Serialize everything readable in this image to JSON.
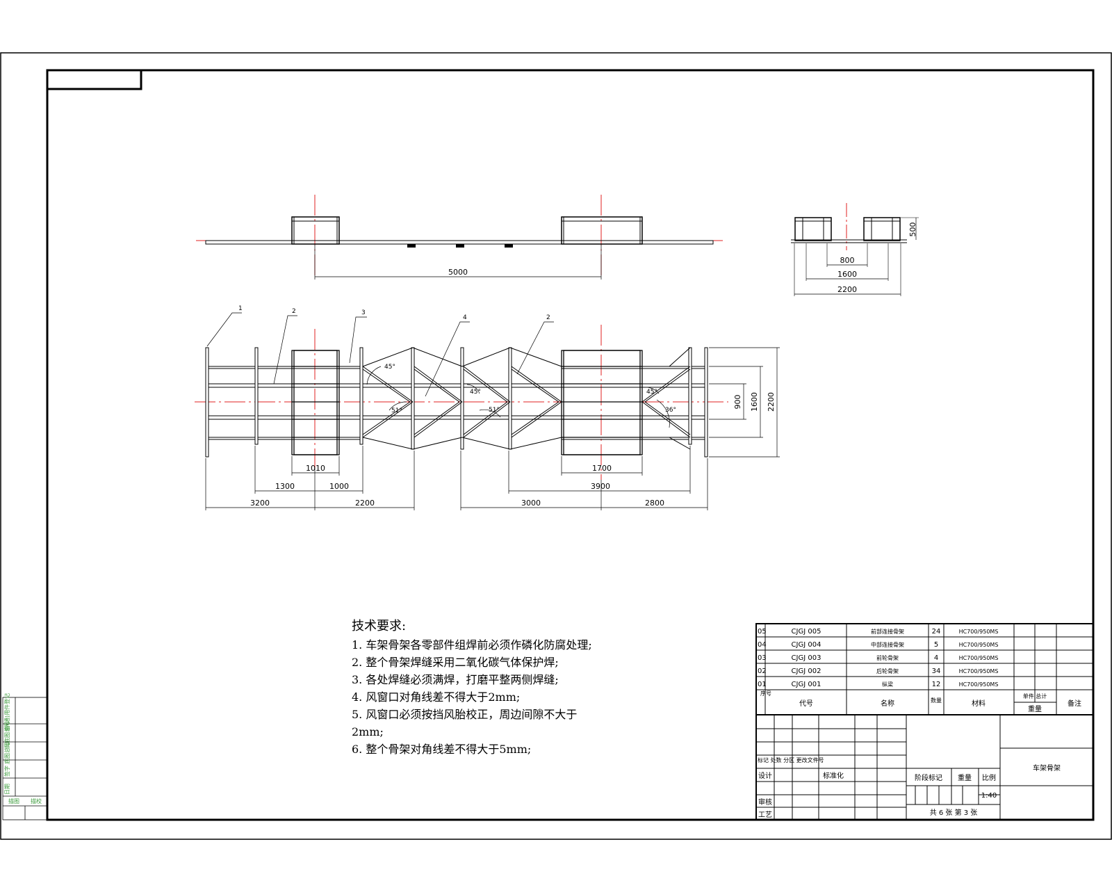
{
  "side_view": {
    "dims": {
      "span": "5000"
    }
  },
  "end_view": {
    "dims": {
      "height": "500",
      "inner": "800",
      "mid": "1600",
      "outer": "2200"
    }
  },
  "plan_view": {
    "balloons": [
      "1",
      "2",
      "3",
      "4",
      "2"
    ],
    "angles": [
      "45°",
      "51°",
      "45°",
      "51°",
      "45°",
      "36°"
    ],
    "dims": {
      "seg_1010": "1010",
      "seg_1700": "1700",
      "seg_1300": "1300",
      "seg_1000": "1000",
      "seg_3900": "3900",
      "seg_3200": "3200",
      "seg_2200": "2200",
      "seg_3000": "3000",
      "seg_2800": "2800",
      "v_900": "900",
      "v_1600": "1600",
      "v_2200": "2200"
    }
  },
  "tech_requirements": {
    "title": "技术要求:",
    "items": [
      "1. 车架骨架各零部件组焊前必须作磷化防腐处理;",
      "2. 整个骨架焊缝采用二氧化碳气体保护焊;",
      "3. 各处焊缝必须满焊，打磨平整两侧焊缝;",
      "4. 风窗口对角线差不得大于2mm;",
      "5. 风窗口必须按挡风胎校正，周边间隙不大于",
      "2mm;",
      "6. 整个骨架对角线差不得大于5mm;"
    ]
  },
  "bom": {
    "rows": [
      {
        "no": "05",
        "code": "CJGJ 005",
        "name": "前部连接骨架",
        "qty": "24",
        "material": "HC700/950MS"
      },
      {
        "no": "04",
        "code": "CJGJ 004",
        "name": "中部连接骨架",
        "qty": "5",
        "material": "HC700/950MS"
      },
      {
        "no": "03",
        "code": "CJGJ 003",
        "name": "前轮骨架",
        "qty": "4",
        "material": "HC700/950MS"
      },
      {
        "no": "02",
        "code": "CJGJ 002",
        "name": "后轮骨架",
        "qty": "34",
        "material": "HC700/950MS"
      },
      {
        "no": "01",
        "code": "CJGJ 001",
        "name": "纵梁",
        "qty": "12",
        "material": "HC700/950MS"
      }
    ],
    "header": {
      "no": "序号",
      "code": "代号",
      "name": "名称",
      "qty": "数量",
      "material": "材料",
      "single_total": "单件 总计",
      "weight": "重量",
      "remark": "备注"
    }
  },
  "title_block": {
    "revision_label": "标记 处数 分区 更改文件号",
    "design": "设计",
    "standardize": "标准化",
    "review": "审核",
    "process": "工艺",
    "stage_mark": "阶段标记",
    "weight": "重量",
    "scale_label": "比例",
    "scale": "1:40",
    "sheets": "共 6 张 第 3 张",
    "drawing_name": "车架骨架"
  },
  "left_strip": [
    "借(通)用件登记",
    "旧底图总号",
    "底图总号",
    "签字",
    "日期",
    "描图",
    "描校"
  ]
}
